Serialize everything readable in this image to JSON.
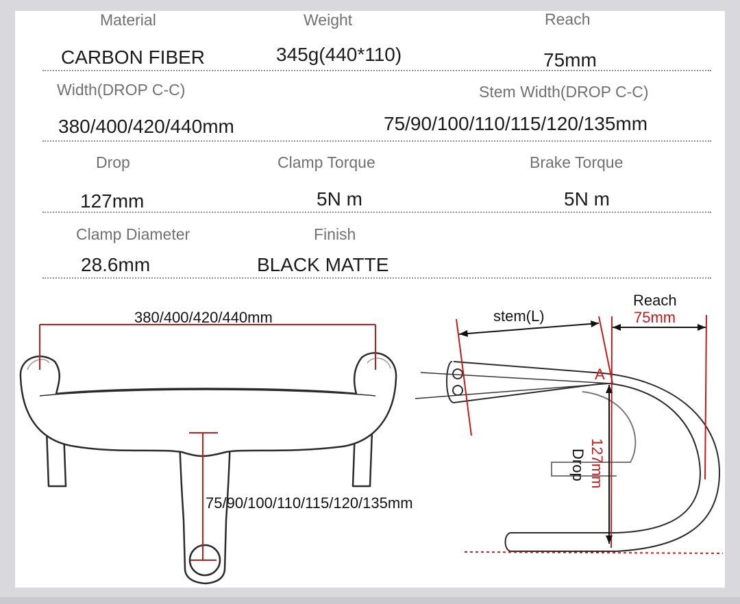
{
  "specs": {
    "material": {
      "label": "Material",
      "value": "CARBON FIBER"
    },
    "weight": {
      "label": "Weight",
      "value": "345g(440*110)"
    },
    "reach": {
      "label": "Reach",
      "value": "75mm"
    },
    "width": {
      "label": "Width(DROP C-C)",
      "value": "380/400/420/440mm"
    },
    "stem_width": {
      "label": "Stem Width(DROP C-C)",
      "value": "75/90/100/110/115/120/135mm"
    },
    "drop": {
      "label": "Drop",
      "value": "127mm"
    },
    "clamp_torque": {
      "label": "Clamp Torque",
      "value": "5N m"
    },
    "brake_torque": {
      "label": "Brake Torque",
      "value": "5N m"
    },
    "clamp_diameter": {
      "label": "Clamp Diameter",
      "value": "28.6mm"
    },
    "finish": {
      "label": "Finish",
      "value": "BLACK MATTE"
    }
  },
  "front_view": {
    "width_dim": "380/400/420/440mm",
    "stem_dim": "75/90/100/110/115/120/135mm"
  },
  "side_view": {
    "stem_label": "stem(L)",
    "reach_label": "Reach",
    "reach_value": "75mm",
    "point_label": "A",
    "drop_label": "Drop",
    "drop_value": "127mm"
  },
  "colors": {
    "dimension_red": "#c41a1a",
    "background": "#d9d9dd"
  }
}
